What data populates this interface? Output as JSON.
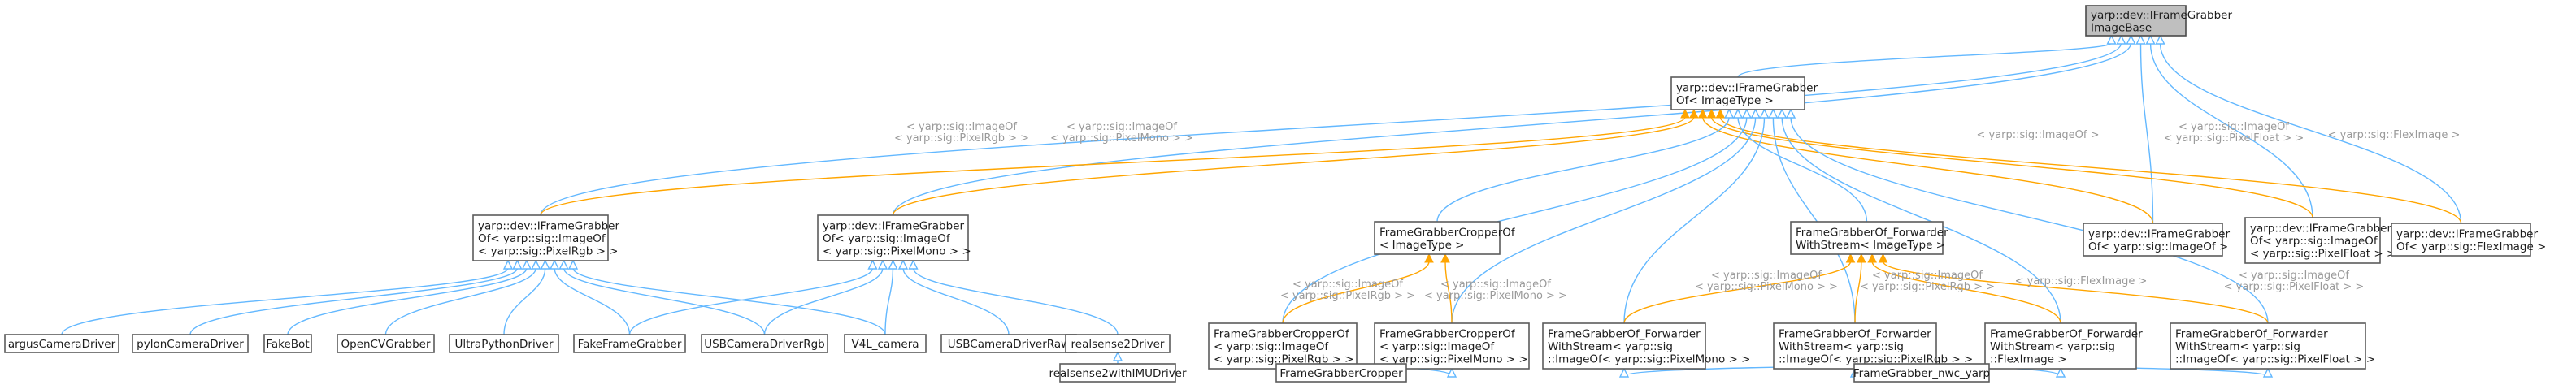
{
  "nodes": [
    {
      "id": "ifg_base",
      "lines": [
        "yarp::dev::IFrameGrabber",
        "ImageBase"
      ],
      "style": "base"
    },
    {
      "id": "ifg_of",
      "lines": [
        "yarp::dev::IFrameGrabber",
        "Of< ImageType >"
      ]
    },
    {
      "id": "ifg_rgb",
      "lines": [
        "yarp::dev::IFrameGrabber",
        "Of< yarp::sig::ImageOf",
        "< yarp::sig::PixelRgb > >"
      ]
    },
    {
      "id": "ifg_mono",
      "lines": [
        "yarp::dev::IFrameGrabber",
        "Of< yarp::sig::ImageOf",
        "< yarp::sig::PixelMono > >"
      ]
    },
    {
      "id": "fgc_of",
      "lines": [
        "FrameGrabberCropperOf",
        "< ImageType >"
      ]
    },
    {
      "id": "fwd_of",
      "lines": [
        "FrameGrabberOf_Forwarder",
        "WithStream< ImageType >"
      ]
    },
    {
      "id": "ifg_imageof",
      "lines": [
        "yarp::dev::IFrameGrabber",
        "Of< yarp::sig::ImageOf >"
      ]
    },
    {
      "id": "ifg_float",
      "lines": [
        "yarp::dev::IFrameGrabber",
        "Of< yarp::sig::ImageOf",
        "< yarp::sig::PixelFloat > >"
      ]
    },
    {
      "id": "ifg_flex",
      "lines": [
        "yarp::dev::IFrameGrabber",
        "Of< yarp::sig::FlexImage >"
      ]
    },
    {
      "id": "argus",
      "lines": [
        "argusCameraDriver"
      ]
    },
    {
      "id": "pylon",
      "lines": [
        "pylonCameraDriver"
      ]
    },
    {
      "id": "fakebot",
      "lines": [
        "FakeBot"
      ]
    },
    {
      "id": "opencv",
      "lines": [
        "OpenCVGrabber"
      ]
    },
    {
      "id": "ultrapy",
      "lines": [
        "UltraPythonDriver"
      ]
    },
    {
      "id": "fakefg",
      "lines": [
        "FakeFrameGrabber"
      ]
    },
    {
      "id": "usbrgb",
      "lines": [
        "USBCameraDriverRgb"
      ]
    },
    {
      "id": "v4l",
      "lines": [
        "V4L_camera"
      ]
    },
    {
      "id": "usbraw",
      "lines": [
        "USBCameraDriverRaw"
      ]
    },
    {
      "id": "rs2",
      "lines": [
        "realsense2Driver"
      ]
    },
    {
      "id": "rs2imu",
      "lines": [
        "realsense2withIMUDriver"
      ]
    },
    {
      "id": "fgc_rgb",
      "lines": [
        "FrameGrabberCropperOf",
        "< yarp::sig::ImageOf",
        "< yarp::sig::PixelRgb > >"
      ]
    },
    {
      "id": "fgc_mono",
      "lines": [
        "FrameGrabberCropperOf",
        "< yarp::sig::ImageOf",
        "< yarp::sig::PixelMono > >"
      ]
    },
    {
      "id": "fgcropper",
      "lines": [
        "FrameGrabberCropper"
      ]
    },
    {
      "id": "fwd_mono",
      "lines": [
        "FrameGrabberOf_Forwarder",
        "WithStream< yarp::sig",
        "::ImageOf< yarp::sig::PixelMono > >"
      ]
    },
    {
      "id": "fwd_rgb",
      "lines": [
        "FrameGrabberOf_Forwarder",
        "WithStream< yarp::sig",
        "::ImageOf< yarp::sig::PixelRgb > >"
      ]
    },
    {
      "id": "fwd_flex",
      "lines": [
        "FrameGrabberOf_Forwarder",
        "WithStream< yarp::sig",
        "::FlexImage >"
      ]
    },
    {
      "id": "fwd_float",
      "lines": [
        "FrameGrabberOf_Forwarder",
        "WithStream< yarp::sig",
        "::ImageOf< yarp::sig::PixelFloat > >"
      ]
    },
    {
      "id": "nwc",
      "lines": [
        "FrameGrabber_nwc_yarp"
      ]
    }
  ],
  "edges": [
    {
      "from": "ifg_of",
      "to": "ifg_base",
      "kind": "inherit"
    },
    {
      "from": "ifg_rgb",
      "to": "ifg_base",
      "kind": "inherit"
    },
    {
      "from": "ifg_mono",
      "to": "ifg_base",
      "kind": "inherit"
    },
    {
      "from": "ifg_imageof",
      "to": "ifg_base",
      "kind": "inherit"
    },
    {
      "from": "ifg_float",
      "to": "ifg_base",
      "kind": "inherit"
    },
    {
      "from": "ifg_flex",
      "to": "ifg_base",
      "kind": "inherit"
    },
    {
      "from": "ifg_rgb",
      "to": "ifg_of",
      "kind": "template",
      "label": [
        "< yarp::sig::ImageOf",
        "< yarp::sig::PixelRgb > >"
      ]
    },
    {
      "from": "ifg_mono",
      "to": "ifg_of",
      "kind": "template",
      "label": [
        "< yarp::sig::ImageOf",
        "< yarp::sig::PixelMono > >"
      ]
    },
    {
      "from": "ifg_imageof",
      "to": "ifg_of",
      "kind": "template",
      "label": [
        "< yarp::sig::ImageOf >"
      ]
    },
    {
      "from": "ifg_float",
      "to": "ifg_of",
      "kind": "template",
      "label": [
        "< yarp::sig::ImageOf",
        "< yarp::sig::PixelFloat > >"
      ]
    },
    {
      "from": "ifg_flex",
      "to": "ifg_of",
      "kind": "template",
      "label": [
        "< yarp::sig::FlexImage >"
      ]
    },
    {
      "from": "fgc_of",
      "to": "ifg_of",
      "kind": "inherit"
    },
    {
      "from": "fwd_of",
      "to": "ifg_of",
      "kind": "inherit"
    },
    {
      "from": "fgc_rgb",
      "to": "ifg_of",
      "kind": "inherit"
    },
    {
      "from": "fgc_mono",
      "to": "ifg_of",
      "kind": "inherit"
    },
    {
      "from": "fwd_mono",
      "to": "ifg_of",
      "kind": "inherit"
    },
    {
      "from": "fwd_rgb",
      "to": "ifg_of",
      "kind": "inherit"
    },
    {
      "from": "fwd_flex",
      "to": "ifg_of",
      "kind": "inherit"
    },
    {
      "from": "fwd_float",
      "to": "ifg_of",
      "kind": "inherit"
    },
    {
      "from": "argus",
      "to": "ifg_rgb",
      "kind": "inherit"
    },
    {
      "from": "pylon",
      "to": "ifg_rgb",
      "kind": "inherit"
    },
    {
      "from": "fakebot",
      "to": "ifg_rgb",
      "kind": "inherit"
    },
    {
      "from": "opencv",
      "to": "ifg_rgb",
      "kind": "inherit"
    },
    {
      "from": "ultrapy",
      "to": "ifg_rgb",
      "kind": "inherit"
    },
    {
      "from": "fakefg",
      "to": "ifg_rgb",
      "kind": "inherit"
    },
    {
      "from": "usbrgb",
      "to": "ifg_rgb",
      "kind": "inherit"
    },
    {
      "from": "v4l",
      "to": "ifg_rgb",
      "kind": "inherit"
    },
    {
      "from": "fakefg",
      "to": "ifg_mono",
      "kind": "inherit"
    },
    {
      "from": "usbrgb",
      "to": "ifg_mono",
      "kind": "inherit"
    },
    {
      "from": "v4l",
      "to": "ifg_mono",
      "kind": "inherit"
    },
    {
      "from": "usbraw",
      "to": "ifg_mono",
      "kind": "inherit"
    },
    {
      "from": "rs2",
      "to": "ifg_mono",
      "kind": "inherit"
    },
    {
      "from": "rs2imu",
      "to": "rs2",
      "kind": "inherit"
    },
    {
      "from": "fgc_rgb",
      "to": "fgc_of",
      "kind": "template",
      "label": [
        "< yarp::sig::ImageOf",
        "< yarp::sig::PixelRgb > >"
      ]
    },
    {
      "from": "fgc_mono",
      "to": "fgc_of",
      "kind": "template",
      "label": [
        "< yarp::sig::ImageOf",
        "< yarp::sig::PixelMono > >"
      ]
    },
    {
      "from": "fgcropper",
      "to": "fgc_rgb",
      "kind": "inherit"
    },
    {
      "from": "fgcropper",
      "to": "fgc_mono",
      "kind": "inherit"
    },
    {
      "from": "fwd_mono",
      "to": "fwd_of",
      "kind": "template",
      "label": [
        "< yarp::sig::ImageOf",
        "< yarp::sig::PixelMono > >"
      ]
    },
    {
      "from": "fwd_rgb",
      "to": "fwd_of",
      "kind": "template",
      "label": [
        "< yarp::sig::ImageOf",
        "< yarp::sig::PixelRgb > >"
      ]
    },
    {
      "from": "fwd_flex",
      "to": "fwd_of",
      "kind": "template",
      "label": [
        "< yarp::sig::FlexImage >"
      ]
    },
    {
      "from": "fwd_float",
      "to": "fwd_of",
      "kind": "template",
      "label": [
        "< yarp::sig::ImageOf",
        "< yarp::sig::PixelFloat > >"
      ]
    },
    {
      "from": "nwc",
      "to": "fwd_mono",
      "kind": "inherit"
    },
    {
      "from": "nwc",
      "to": "fwd_rgb",
      "kind": "inherit"
    },
    {
      "from": "nwc",
      "to": "fwd_flex",
      "kind": "inherit"
    },
    {
      "from": "nwc",
      "to": "fwd_float",
      "kind": "inherit"
    }
  ],
  "colors": {
    "inherit": "#63b8ff",
    "template": "#ffa500",
    "label": "#9a9a9a",
    "base_fill": "#bfbfbf"
  }
}
